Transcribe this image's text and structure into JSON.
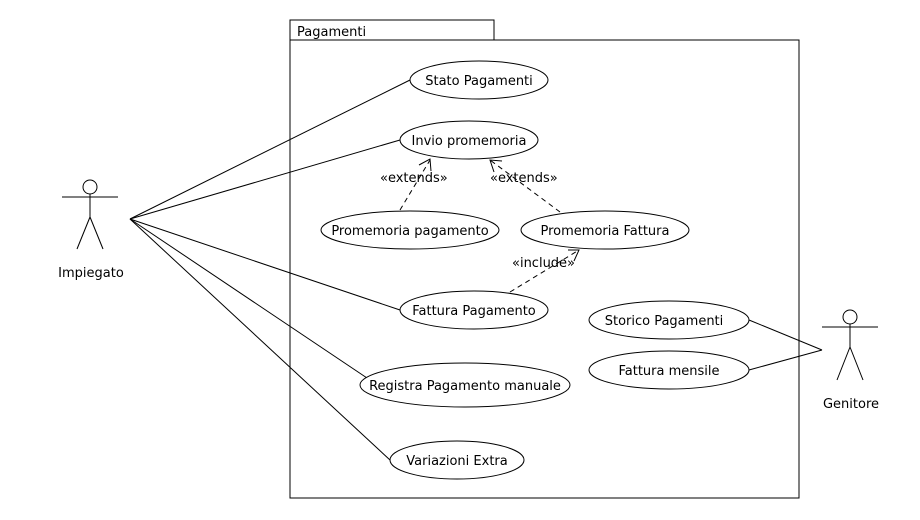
{
  "system": {
    "name": "Pagamenti"
  },
  "actors": {
    "left": {
      "name": "Impiegato"
    },
    "right": {
      "name": "Genitore"
    }
  },
  "use_cases": {
    "stato_pagamenti": "Stato Pagamenti",
    "invio_promemoria": "Invio promemoria",
    "promemoria_pagamento": "Promemoria pagamento",
    "promemoria_fattura": "Promemoria Fattura",
    "fattura_pagamento": "Fattura Pagamento",
    "registra_pagamento_manuale": "Registra Pagamento manuale",
    "variazioni_extra": "Variazioni Extra",
    "storico_pagamenti": "Storico Pagamenti",
    "fattura_mensile": "Fattura mensile"
  },
  "relations": {
    "extends_left": "«extends»",
    "extends_right": "«extends»",
    "include": "«include»"
  }
}
